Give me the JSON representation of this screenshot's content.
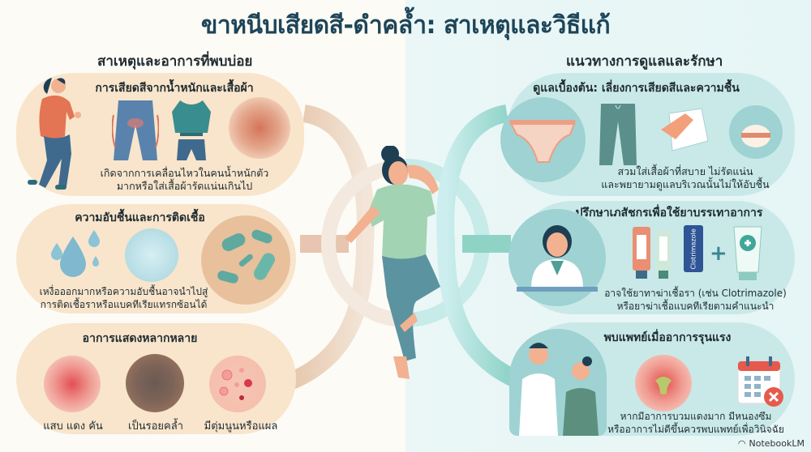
{
  "title": "ขาหนีบเสียดสี-ดำคล้ำ: สาเหตุและวิธีแก้",
  "colors": {
    "title": "#1e4558",
    "warm_panel": "#f8e5cc",
    "cool_panel": "#c9e9e8",
    "warm_connector": "#e3c6ac",
    "cool_connector": "#8fd3c7"
  },
  "left_column": {
    "heading": "สาเหตุและอาการที่พบบ่อย",
    "panels": [
      {
        "title": "การเสียดสีจากน้ำหนักและเสื้อผ้า",
        "description_line1": "เกิดจากการเคลื่อนไหวในคนน้ำหนักตัว",
        "description_line2": "มากหรือใส่เสื้อผ้ารัดแน่นเกินไป",
        "icons": [
          "walking-person-icon",
          "jeans-chafing-icon",
          "tight-clothing-icon",
          "irritated-skin-icon"
        ]
      },
      {
        "title": "ความอับชื้นและการติดเชื้อ",
        "description_line1": "เหงื่อออกมากหรือความอับชื้นอาจนำไปสู่",
        "description_line2": "การติดเชื้อราหรือแบคทีเรียแทรกซ้อนได้",
        "icons": [
          "sweat-drops-icon",
          "moist-skin-icon",
          "bacteria-icon"
        ]
      },
      {
        "title": "อาการแสดงหลากหลาย",
        "symptoms": [
          {
            "label": "แสบ แดง คัน",
            "icon": "red-itchy-skin-icon"
          },
          {
            "label": "เป็นรอยคล้ำ",
            "icon": "dark-patch-icon"
          },
          {
            "label": "มีตุ่มนูนหรือแผล",
            "icon": "bumps-sores-icon"
          }
        ]
      }
    ]
  },
  "right_column": {
    "heading": "แนวทางการดูแลและรักษา",
    "panels": [
      {
        "title": "ดูแลเบื้องต้น: เลี่ยงการเสียดสีและความชื้น",
        "description_line1": "สวมใส่เสื้อผ้าที่สบาย ไม่รัดแน่น",
        "description_line2": "และพยายามดูแลบริเวณนั้นไม่ให้อับชื้น",
        "icons": [
          "underwear-icon",
          "loose-pants-icon",
          "towel-hand-icon",
          "powder-puff-icon"
        ]
      },
      {
        "title": "ปรึกษาเภสัชกรเพื่อใช้ยาบรรเทาอาการ",
        "description_line1": "อาจใช้ยาทาฆ่าเชื้อรา (เช่น Clotrimazole)",
        "description_line2": "หรือยาฆ่าเชื้อแบคทีเรียตามคำแนะนำ",
        "tube_label": "Clotrimazole",
        "icons": [
          "pharmacist-icon",
          "cream-tube-icon",
          "ointment-tube-icon",
          "clotrimazole-tube-icon",
          "plus-icon",
          "medical-cream-icon"
        ]
      },
      {
        "title": "พบแพทย์เมื่ออาการรุนแรง",
        "description_line1": "หากมีอาการบวมแดงมาก มีหนองซึม",
        "description_line2": "หรืออาการไม่ดีขึ้นควรพบแพทย์เพื่อวินิจฉัย",
        "icons": [
          "doctor-patient-icon",
          "infected-wound-icon",
          "calendar-cancel-icon"
        ]
      }
    ]
  },
  "center": {
    "icon": "distressed-woman-icon"
  },
  "watermark": "NotebookLM"
}
